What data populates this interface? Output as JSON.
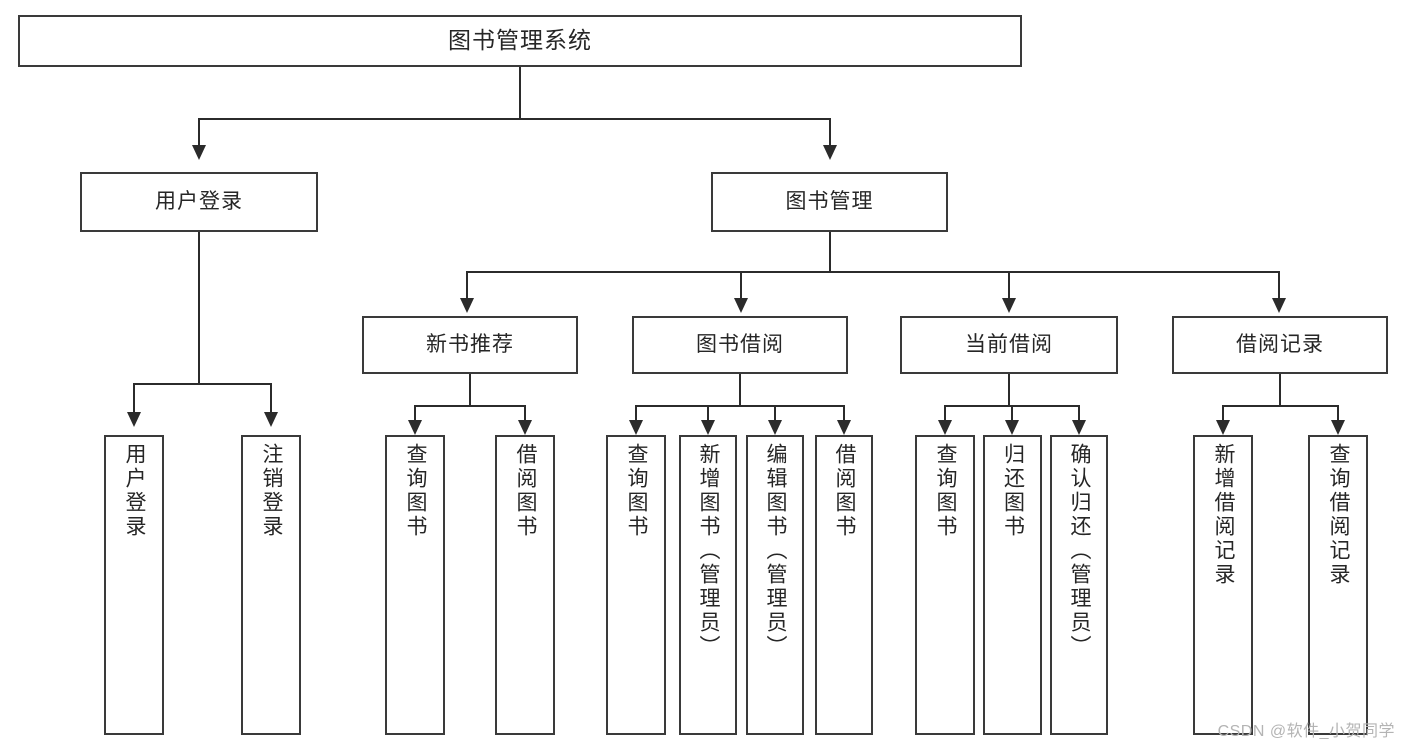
{
  "diagram": {
    "title": "图书管理系统",
    "type": "tree",
    "root": {
      "label": "图书管理系统"
    },
    "level2": [
      {
        "label": "用户登录"
      },
      {
        "label": "图书管理"
      }
    ],
    "level3": [
      {
        "label": "新书推荐"
      },
      {
        "label": "图书借阅"
      },
      {
        "label": "当前借阅"
      },
      {
        "label": "借阅记录"
      }
    ],
    "leaves": {
      "user_login": [
        {
          "label": "用户登录"
        },
        {
          "label": "注销登录"
        }
      ],
      "new_book_recommend": [
        {
          "label": "查询图书"
        },
        {
          "label": "借阅图书"
        }
      ],
      "book_borrow": [
        {
          "label": "查询图书"
        },
        {
          "label": "新增图书（管理员）"
        },
        {
          "label": "编辑图书（管理员）"
        },
        {
          "label": "借阅图书"
        }
      ],
      "current_borrow": [
        {
          "label": "查询图书"
        },
        {
          "label": "归还图书"
        },
        {
          "label": "确认归还（管理员）"
        }
      ],
      "borrow_records": [
        {
          "label": "新增借阅记录"
        },
        {
          "label": "查询借阅记录"
        }
      ]
    }
  },
  "watermark": {
    "text": "CSDN @软件_小贺同学"
  },
  "colors": {
    "box_border": "#3a3a3a",
    "connector": "#2b2b2b",
    "text": "#262626",
    "background": "#ffffff",
    "watermark": "#b4b4b4"
  }
}
